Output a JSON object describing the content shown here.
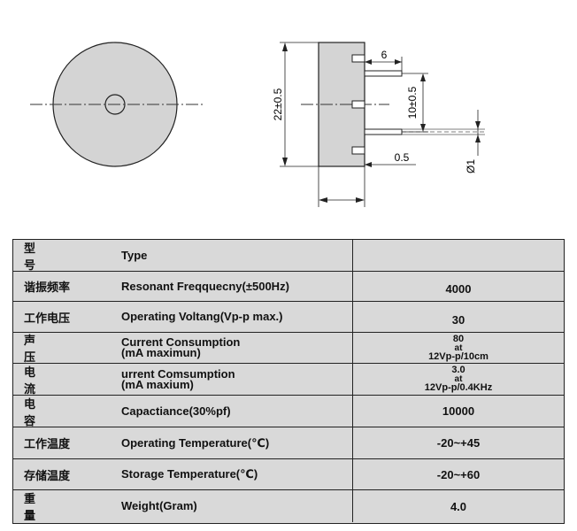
{
  "diagram": {
    "dim_height": "22±0.5",
    "dim_pin_length": "6",
    "dim_pin_spacing": "10±0.5",
    "dim_offset": "0.5",
    "dim_pin_dia": "Ø1"
  },
  "table": {
    "rows": [
      {
        "cn": "型号",
        "en": "Type",
        "en2": "",
        "val": "",
        "val_at": "",
        "val_sub": ""
      },
      {
        "cn": "谐振频率",
        "en": "Resonant Freqquecny(±500Hz)",
        "en2": "",
        "val": "4000",
        "val_at": "",
        "val_sub": ""
      },
      {
        "cn": "工作电压",
        "en": "Operating Voltang(Vp-p max.)",
        "en2": "",
        "val": "30",
        "val_at": "",
        "val_sub": ""
      },
      {
        "cn": "声压",
        "en": "Current Consumption",
        "en2": "(mA  maximun)",
        "val": "80",
        "val_at": "at",
        "val_sub": "12Vp-p/10cm"
      },
      {
        "cn": "电流",
        "en": "urrent Comsumption",
        "en2": "(mA  maxium)",
        "val": "3.0",
        "val_at": "at",
        "val_sub": "12Vp-p/0.4KHz"
      },
      {
        "cn": "电容",
        "en": "Capactiance(30%pf)",
        "en2": "",
        "val": "10000",
        "val_at": "",
        "val_sub": ""
      },
      {
        "cn": "工作温度",
        "en": "Operating Temperature(℃)",
        "en2": "",
        "val": "-20~+45",
        "val_at": "",
        "val_sub": ""
      },
      {
        "cn": "存储温度",
        "en": "Storage Temperature(℃)",
        "en2": "",
        "val": "-20~+60",
        "val_at": "",
        "val_sub": ""
      },
      {
        "cn": "重量",
        "en": "Weight(Gram)",
        "en2": "",
        "val": "4.0",
        "val_at": "",
        "val_sub": ""
      }
    ]
  }
}
